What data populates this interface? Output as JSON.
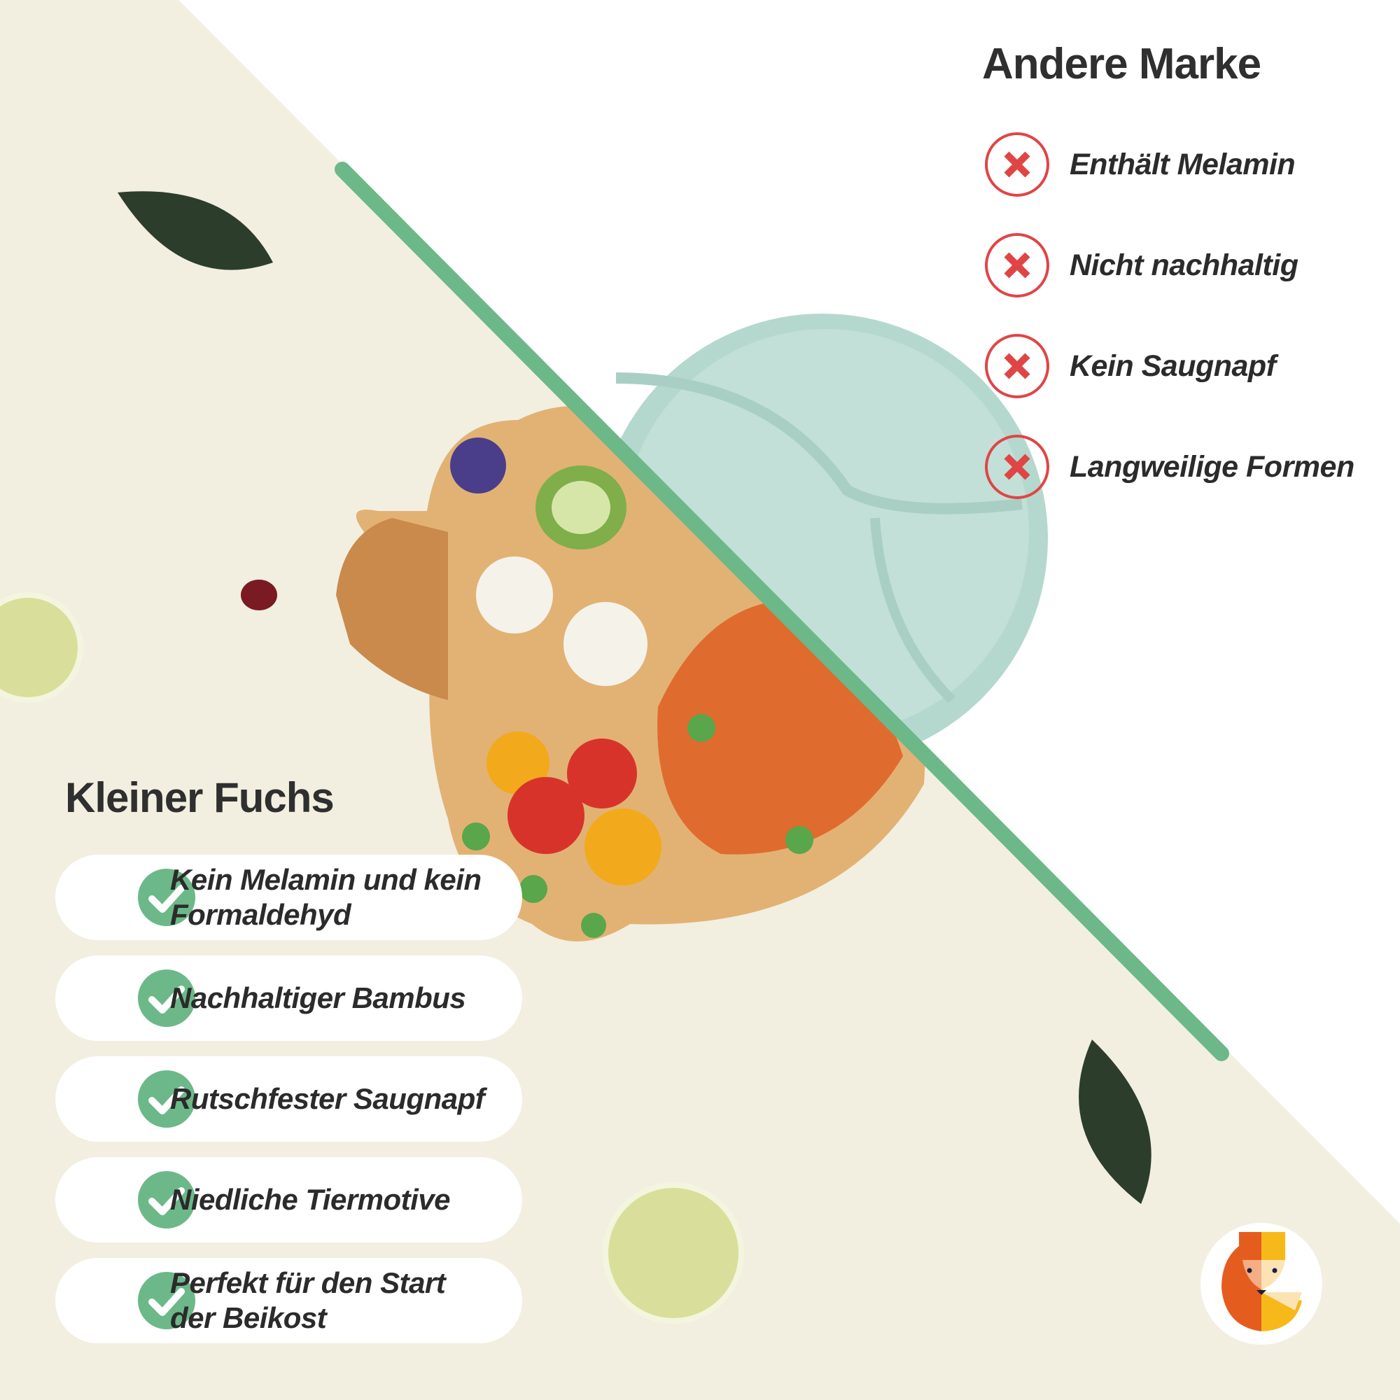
{
  "colors": {
    "background": "#f2efe1",
    "divider": "#6cb889",
    "check": "#6cb889",
    "cross": "#e04545",
    "text": "#2f2f2f"
  },
  "left": {
    "title": "Kleiner Fuchs",
    "features": [
      {
        "icon": "check-icon",
        "line1": "Kein Melamin und kein",
        "line2": "Formaldehyd"
      },
      {
        "icon": "check-icon",
        "line1": "Nachhaltiger Bambus",
        "line2": ""
      },
      {
        "icon": "check-icon",
        "line1": "Rutschfester Saugnapf",
        "line2": ""
      },
      {
        "icon": "check-icon",
        "line1": "Niedliche Tiermotive",
        "line2": ""
      },
      {
        "icon": "check-icon",
        "line1": "Perfekt für den Start",
        "line2": "der Beikost"
      }
    ]
  },
  "right": {
    "title": "Andere Marke",
    "drawbacks": [
      {
        "icon": "cross-icon",
        "label": "Enthält Melamin"
      },
      {
        "icon": "cross-icon",
        "label": "Nicht nachhaltig"
      },
      {
        "icon": "cross-icon",
        "label": "Kein Saugnapf"
      },
      {
        "icon": "cross-icon",
        "label": "Langweilige Formen"
      }
    ]
  }
}
